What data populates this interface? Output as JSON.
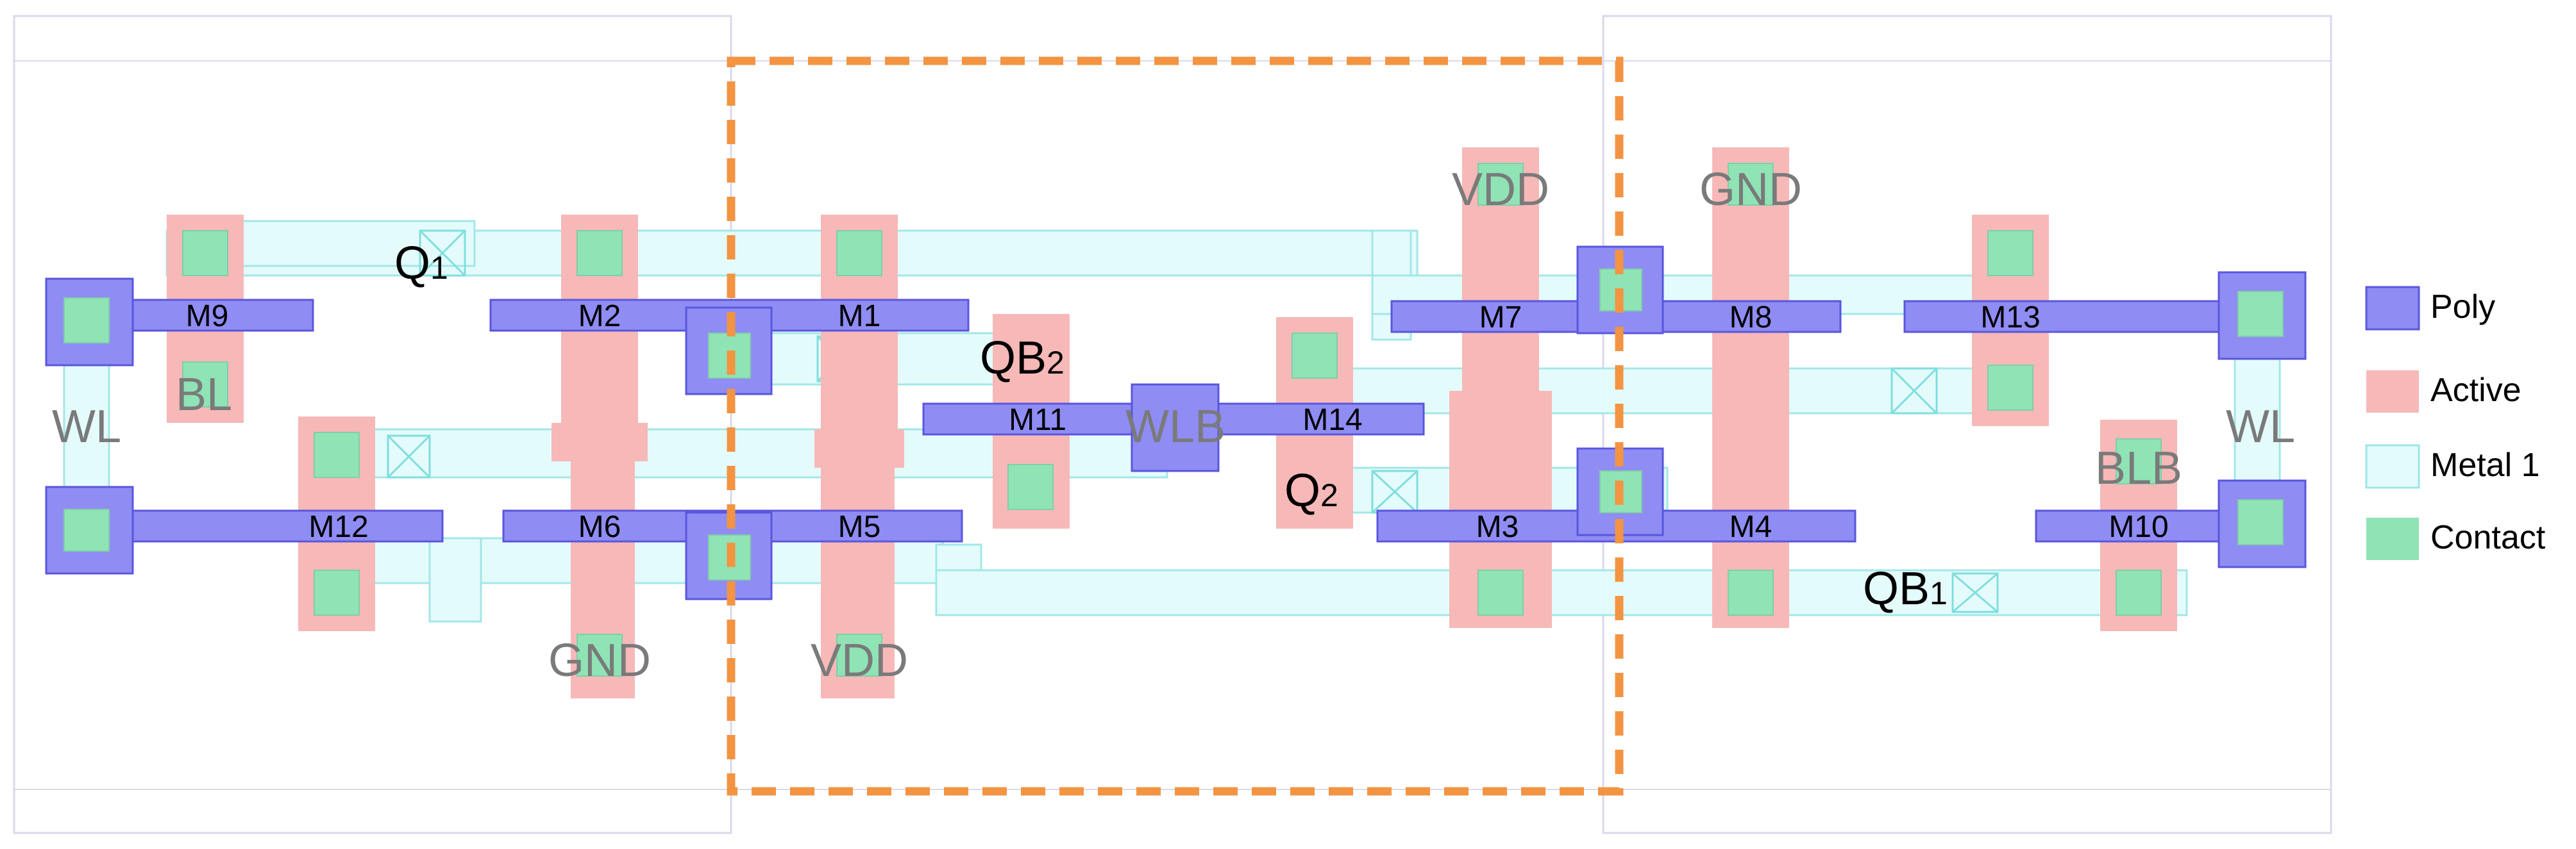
{
  "colors": {
    "poly": "#8f8cf3",
    "poly_stroke": "#5a56dd",
    "active": "#f7b8b8",
    "metal1": "#e3fbfb",
    "metal1_stroke": "#9fe6e6",
    "contact": "#8fe3b5",
    "highlight": "#f39443",
    "cell_border": "#d9d9ec",
    "label_dark": "#000000",
    "label_grey": "#7a7a7a"
  },
  "transistors": {
    "m1": "M1",
    "m2": "M2",
    "m3": "M3",
    "m4": "M4",
    "m5": "M5",
    "m6": "M6",
    "m7": "M7",
    "m8": "M8",
    "m9": "M9",
    "m10": "M10",
    "m11": "M11",
    "m12": "M12",
    "m13": "M13",
    "m14": "M14"
  },
  "nets": {
    "wl_left": "WL",
    "wl_right": "WL",
    "bl": "BL",
    "blb": "BLB",
    "gnd_left": "GND",
    "gnd_right": "GND",
    "vdd_left": "VDD",
    "vdd_right": "VDD",
    "wlb": "WLB",
    "q1": "Q",
    "q1_sub": "1",
    "q2": "Q",
    "q2_sub": "2",
    "qb1": "QB",
    "qb1_sub": "1",
    "qb2": "QB",
    "qb2_sub": "2"
  },
  "legend": {
    "poly": "Poly",
    "active": "Active",
    "metal1": "Metal 1",
    "contact": "Contact"
  }
}
